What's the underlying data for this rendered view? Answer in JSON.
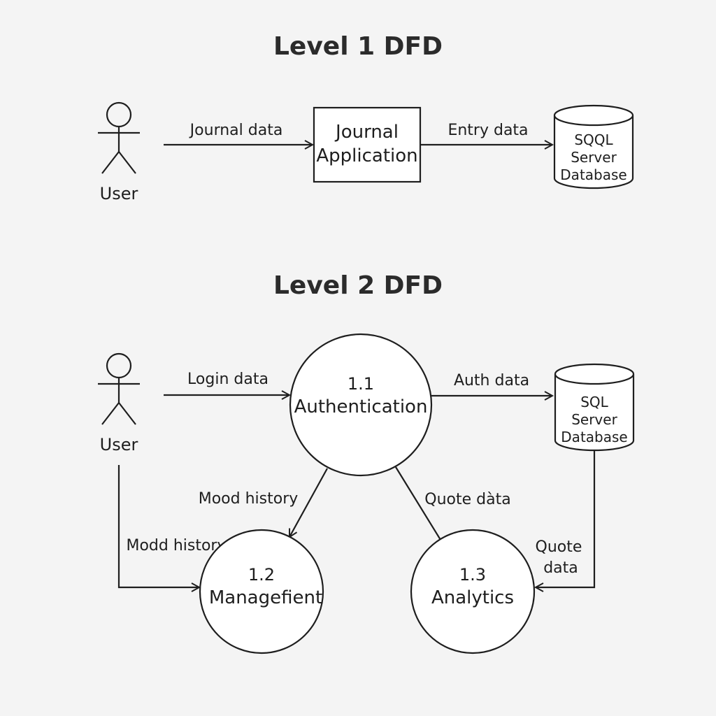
{
  "level1": {
    "title": "Level 1 DFD",
    "user": "User",
    "flow_user_app": "Journal data",
    "process": {
      "line1": "Journal",
      "line2": "Application"
    },
    "flow_app_db": "Entry data",
    "database": {
      "line1": "SQQL",
      "line2": "Server",
      "line3": "Database"
    }
  },
  "level2": {
    "title": "Level 2 DFD",
    "user": "User",
    "flow_login": "Login data",
    "auth": {
      "number": "1.1",
      "name": "Authentication"
    },
    "flow_auth_db": "Auth data",
    "database": {
      "line1": "SQL",
      "line2": "Server",
      "line3": "Database"
    },
    "flow_mood_history": "Mood history",
    "flow_quote_data_left": "Quote dàta",
    "flow_user_management": "Modd history",
    "management": {
      "number": "1.2",
      "name": "Managefient"
    },
    "analytics": {
      "number": "1.3",
      "name": "Analytics"
    },
    "flow_db_analytics": {
      "line1": "Quote",
      "line2": "data"
    }
  }
}
